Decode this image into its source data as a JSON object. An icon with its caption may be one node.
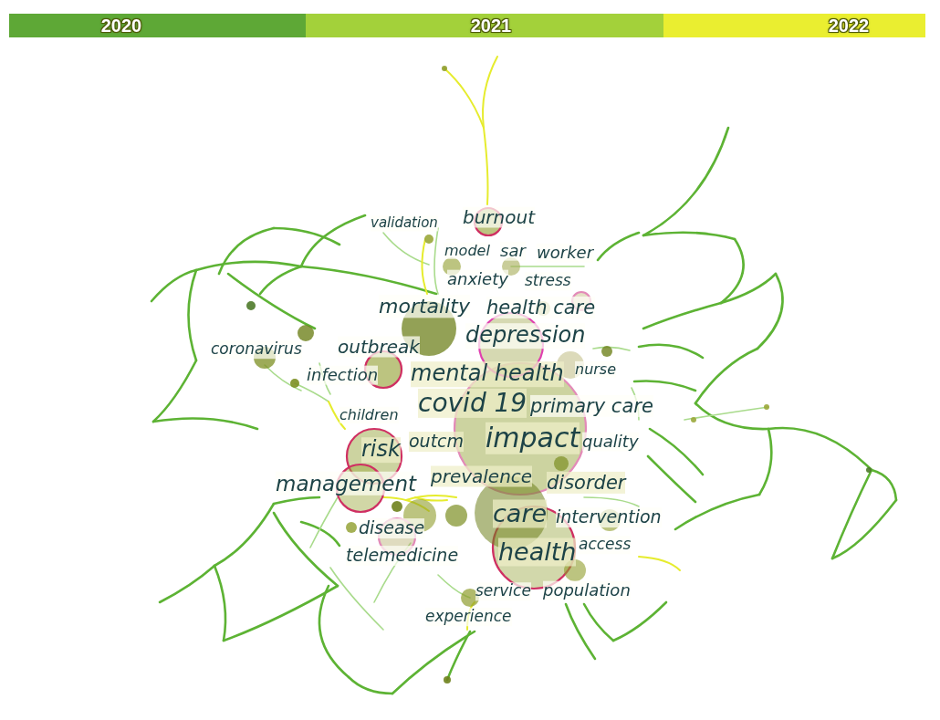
{
  "diagram": {
    "labels": [
      "validation",
      "burnout",
      "model",
      "sar",
      "worker",
      "anxiety",
      "stress",
      "mortality",
      "health care",
      "coronavirus",
      "outbreak",
      "depression",
      "infection",
      "mental health",
      "nurse",
      "children",
      "covid 19",
      "primary care",
      "risk",
      "outcm",
      "impact",
      "quality",
      "management",
      "prevalence",
      "disorder",
      "disease",
      "care",
      "intervention",
      "telemedicine",
      "health",
      "access",
      "service",
      "population",
      "experience"
    ],
    "legend": [
      {
        "text": "2020",
        "color": "#5ea836"
      },
      {
        "text": "2021",
        "color": "#a3d13a"
      },
      {
        "text": "2022",
        "color": "#eaee30"
      }
    ]
  }
}
